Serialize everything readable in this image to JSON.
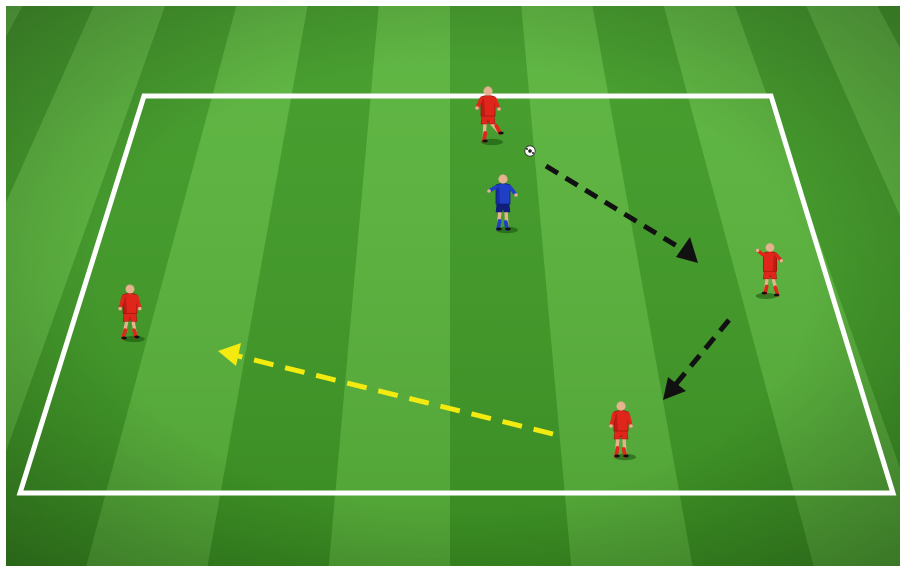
{
  "drill": {
    "pitch": {
      "stripe_count": 16,
      "stripe_colors": [
        "#3f9a25",
        "#58b33a"
      ],
      "vignette_color": "#1d5a10",
      "line_color": "#ffffff"
    },
    "players": [
      {
        "id": "red-top",
        "team": "red",
        "role": "passer with ball"
      },
      {
        "id": "red-right",
        "team": "red",
        "role": "receiver"
      },
      {
        "id": "red-bottom",
        "team": "red",
        "role": "receiver"
      },
      {
        "id": "red-left",
        "team": "red",
        "role": "target"
      },
      {
        "id": "blue-center",
        "team": "blue",
        "role": "defender"
      }
    ],
    "ball": {
      "color": "#ffffff",
      "patch_color": "#222222"
    },
    "arrows": [
      {
        "id": "pass-1",
        "style": "dashed",
        "color": "#111111",
        "meaning": "pass"
      },
      {
        "id": "pass-2",
        "style": "dashed",
        "color": "#111111",
        "meaning": "pass"
      },
      {
        "id": "pass-3",
        "style": "dashed",
        "color": "#f3ea10",
        "meaning": "pass"
      }
    ],
    "colors": {
      "red_kit": "#e0261b",
      "red_kit_dark": "#9d140e",
      "blue_kit": "#1f3fc7",
      "blue_kit_dark": "#0f1f7a",
      "shorts_dark": "#2a2a2a",
      "skin": "#e6b38f",
      "hair": "#3a2614"
    }
  }
}
